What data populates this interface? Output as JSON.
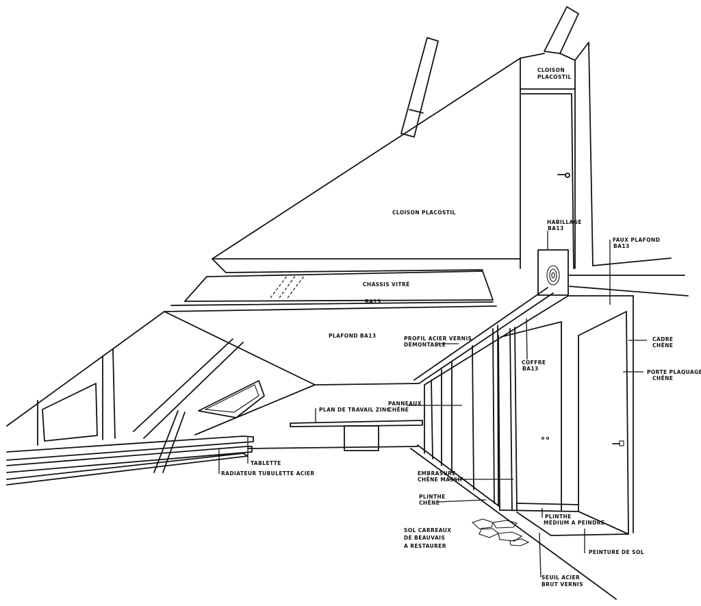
{
  "drawing": {
    "labels": {
      "cloison_top": [
        "CLOISON",
        "PLACOSTIL"
      ],
      "cloison_center": "CLOISON PLACOSTIL",
      "habillage": [
        "HABILLAGE",
        "BA13"
      ],
      "faux_plafond": [
        "FAUX PLAFOND",
        "BA13"
      ],
      "chassis": "CHASSIS VITRÉ",
      "ba13": "BA13",
      "plafond": "PLAFOND BA13",
      "profil": [
        "PROFIL ACIER VERNIS",
        "DÉMONTABLE"
      ],
      "coffre": [
        "COFFRE",
        "BA13"
      ],
      "cadre": [
        "CADRE",
        "CHÊNE"
      ],
      "porte": [
        "PORTE PLAQUAGE",
        "CHÊNE"
      ],
      "panneaux": [
        "PANNEAUX",
        "CHÊNE"
      ],
      "plan_travail": "PLAN DE TRAVAIL ZINC",
      "tablette": "TABLETTE",
      "radiateur": "RADIATEUR TUBULETTE ACIER",
      "embrasure": [
        "EMBRASURE",
        "CHÊNE MASSIF"
      ],
      "plinthe_chene": [
        "PLINTHE",
        "CHÊNE"
      ],
      "plinthe_medium": [
        "PLINTHE",
        "MÉDIUM A PEINDRE"
      ],
      "sol": [
        "SOL  CARREAUX",
        "DE   BEAUVAIS",
        "A RESTAURER"
      ],
      "peinture_sol": "PEINTURE DE SOL",
      "seuil": [
        "SEUIL ACIER",
        "BRUT VERNIS"
      ]
    }
  }
}
